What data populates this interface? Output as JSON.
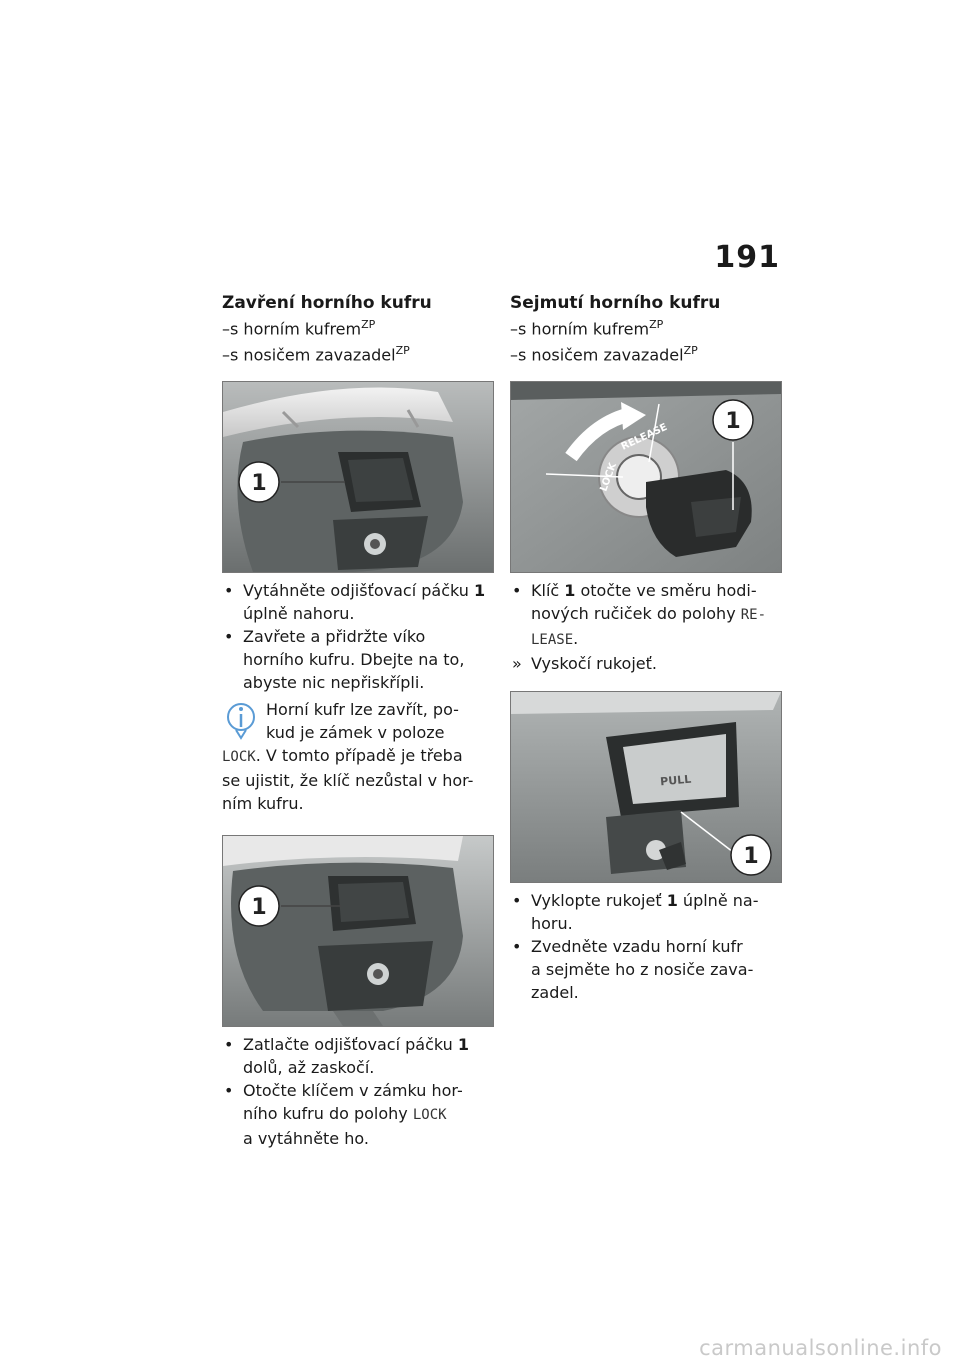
{
  "page_number": "191",
  "left": {
    "heading": "Zavření horního kufru",
    "cond1": "–s horním kufrem",
    "cond1_sup": "ZP",
    "cond2": "–s nosičem zavazadel",
    "cond2_sup": "ZP",
    "fig1_callout": "1",
    "step1a": "Vytáhněte odjišťovací páčku ",
    "step1a_num": "1",
    "step1b": "úplně nahoru.",
    "step2a": "Zavřete a přidržte víko",
    "step2b": "horního kufru. Dbejte na to,",
    "step2c": "abyste nic nepřiskřípli.",
    "note1": "Horní kufr lze zavřít, po-",
    "note2": "kud je zámek v poloze",
    "note3_code": "LOCK",
    "note3_rest": ". V tomto případě je třeba",
    "note4": "se ujistit, že klíč nezůstal v hor-",
    "note5": "ním kufru.",
    "fig2_callout": "1",
    "step3a": "Zatlačte odjišťovací páčku ",
    "step3a_num": "1",
    "step3b": "dolů, až zaskočí.",
    "step4a": "Otočte klíčem v zámku hor-",
    "step4b": "ního kufru do polohy ",
    "step4b_code": "LOCK",
    "step4c": "a vytáhněte ho."
  },
  "right": {
    "heading": "Sejmutí horního kufru",
    "cond1": "–s horním kufrem",
    "cond1_sup": "ZP",
    "cond2": "–s nosičem zavazadel",
    "cond2_sup": "ZP",
    "fig3_callout": "1",
    "fig3_release": "RELEASE",
    "fig3_lock": "LOCK",
    "step1a": "Klíč ",
    "step1a_num": "1",
    "step1a_rest": " otočte ve směru hodi-",
    "step1b": "nových ručiček do polohy ",
    "step1b_code": "RE-",
    "step1c_code": "LEASE",
    "step1c_rest": ".",
    "result": "Vyskočí rukojeť.",
    "fig4_callout": "1",
    "fig4_pull": "PULL",
    "step2a": "Vyklopte rukojeť ",
    "step2a_num": "1",
    "step2a_rest": " úplně na-",
    "step2b": "horu.",
    "step3a": "Zvedněte vzadu horní kufr",
    "step3b": "a sejměte ho z nosiče zava-",
    "step3c": "zadel."
  },
  "footer": "carmanualsonline.info"
}
